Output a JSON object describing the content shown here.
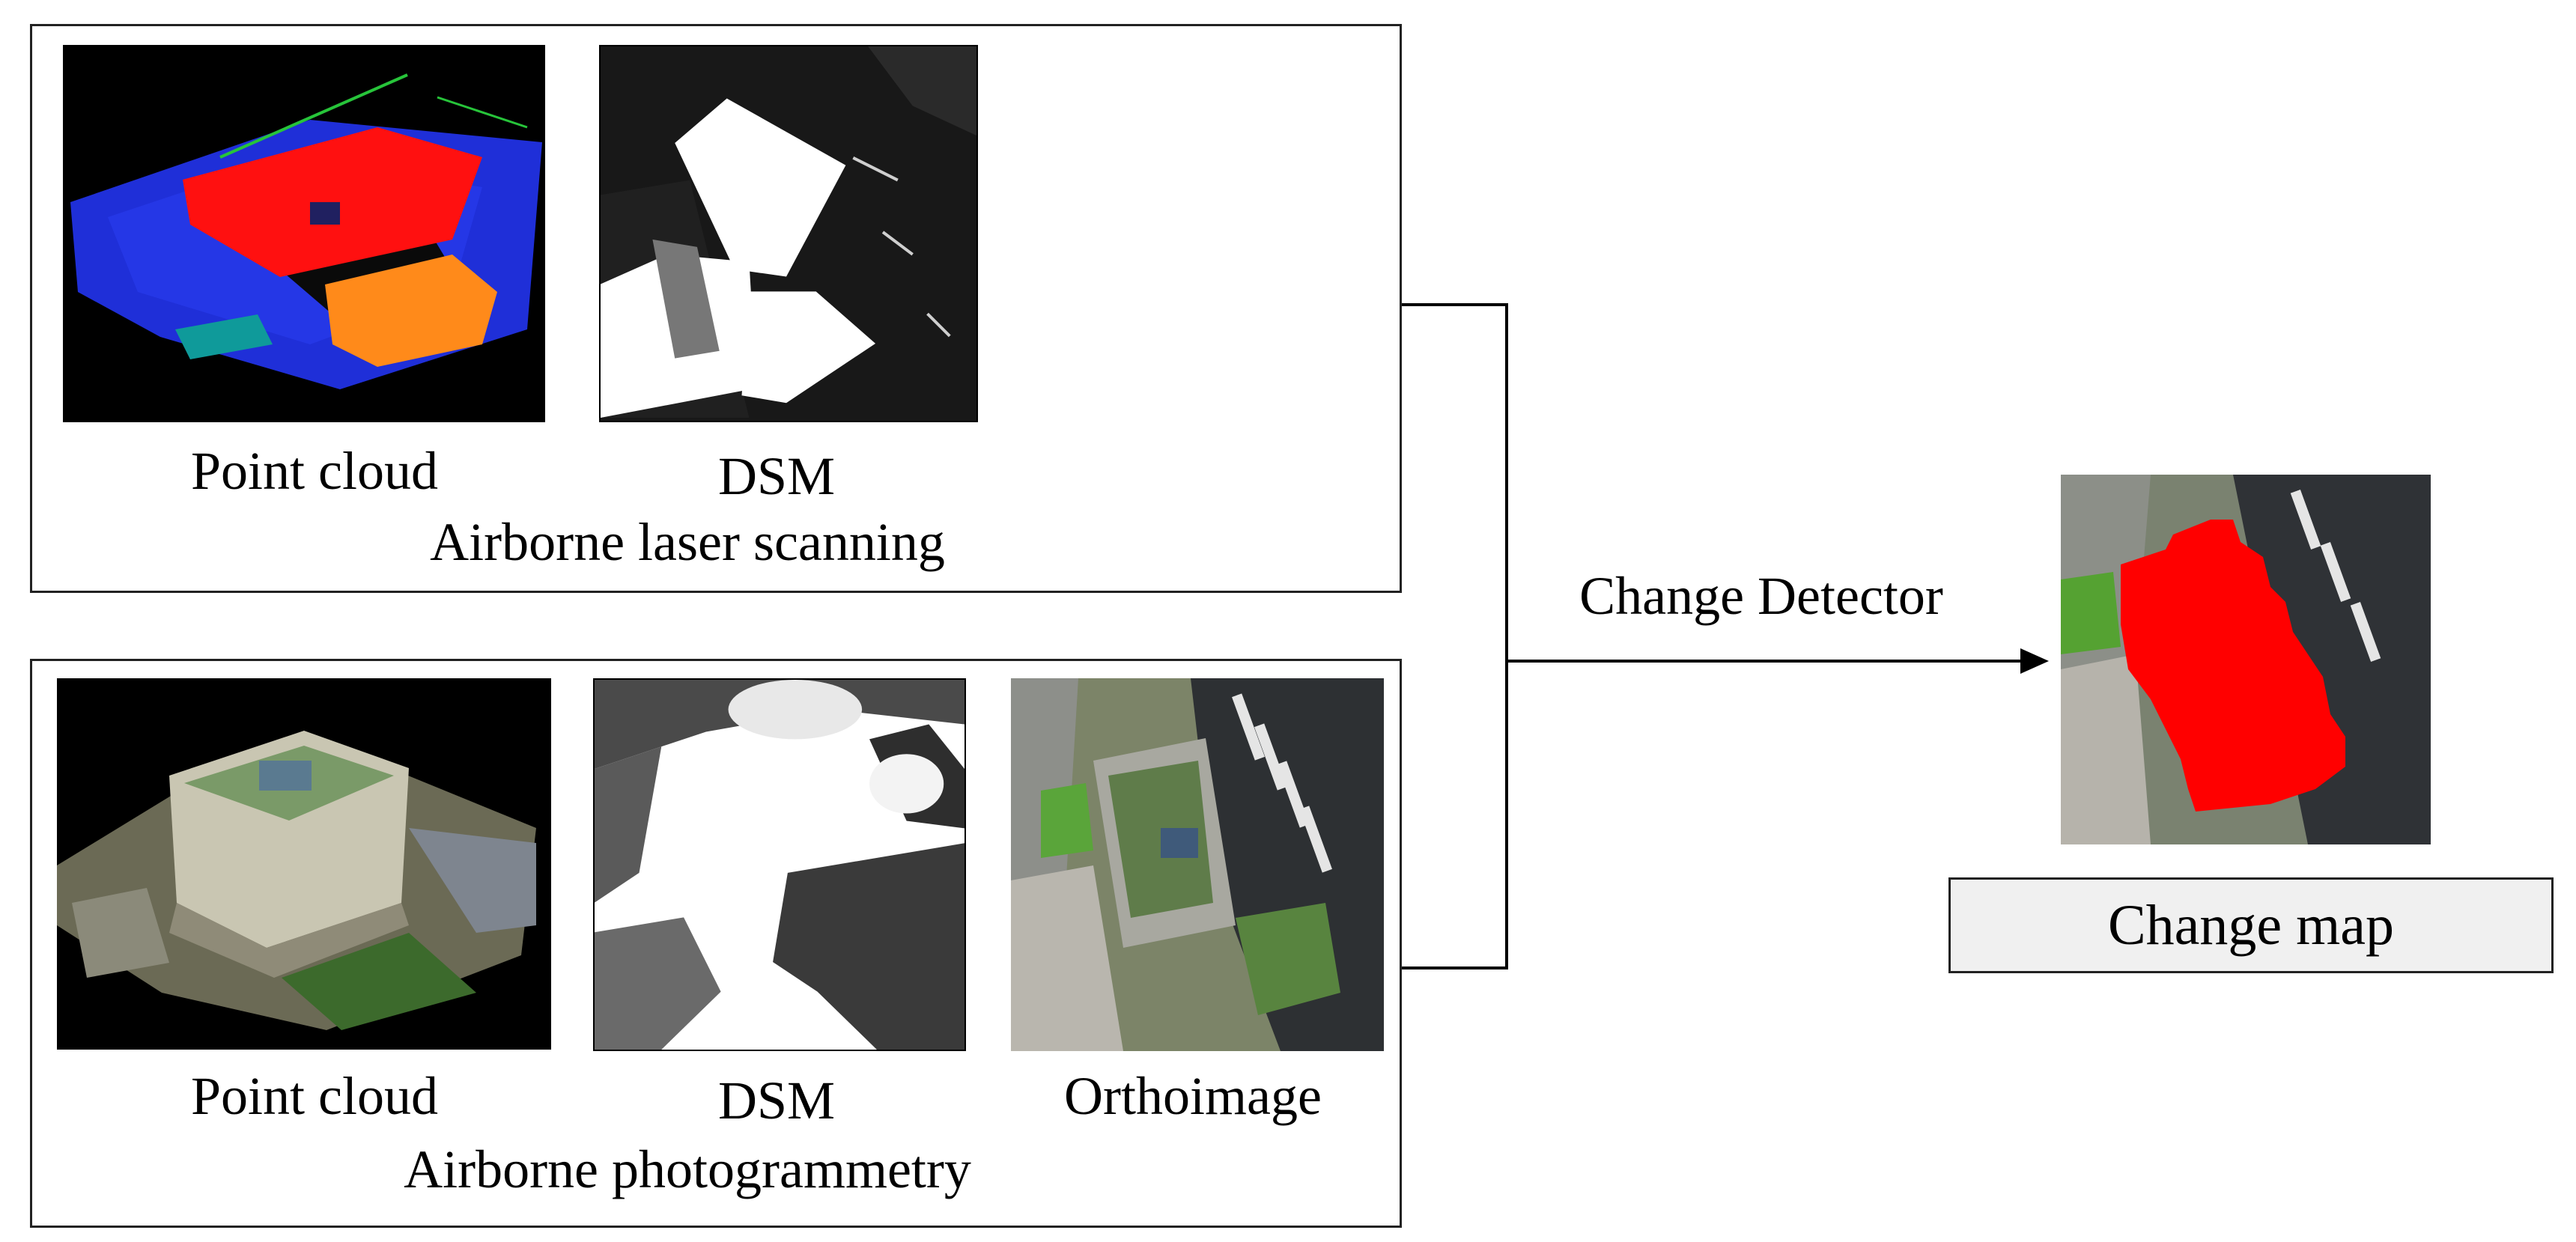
{
  "als_group": {
    "title": "Airborne laser scanning",
    "items": [
      {
        "caption": "Point cloud"
      },
      {
        "caption": "DSM"
      }
    ]
  },
  "photo_group": {
    "title": "Airborne photogrammetry",
    "items": [
      {
        "caption": "Point cloud"
      },
      {
        "caption": "DSM"
      },
      {
        "caption": "Orthoimage"
      }
    ]
  },
  "detector": {
    "label": "Change Detector"
  },
  "output": {
    "label": "Change map"
  },
  "colors": {
    "changed_area": "#ff0000",
    "building_top": "#ff1010",
    "ground_points": "#1f2fd8",
    "lower_roof": "#ff8a1a"
  }
}
